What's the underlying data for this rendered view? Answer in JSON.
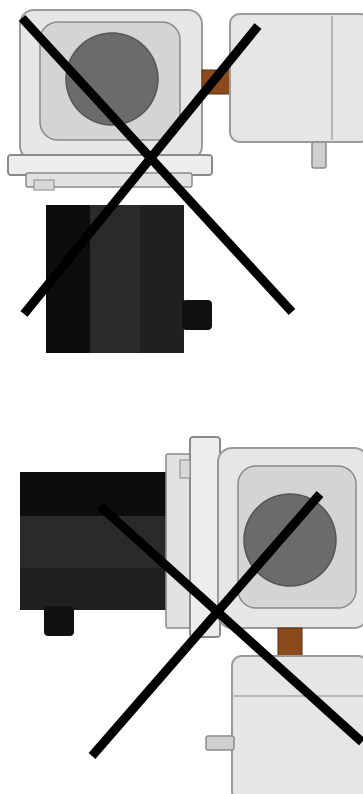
{
  "figure": {
    "panels": [
      {
        "id": "top",
        "orientation": "vertical",
        "crossed_out": true
      },
      {
        "id": "bottom",
        "orientation": "horizontal",
        "crossed_out": true
      }
    ],
    "colors": {
      "housing": "#e6e6e6",
      "housing_stroke": "#9a9a9a",
      "window": "#d4d4d4",
      "gear": "#6b6b6b",
      "motor_dark": "#0d0d0d",
      "motor_mid": "#2a2a2a",
      "coupling": "#8a4a1c",
      "cross": "#000000"
    },
    "icons": [
      "gear-motor-vertical",
      "gear-motor-horizontal",
      "x-mark"
    ]
  }
}
